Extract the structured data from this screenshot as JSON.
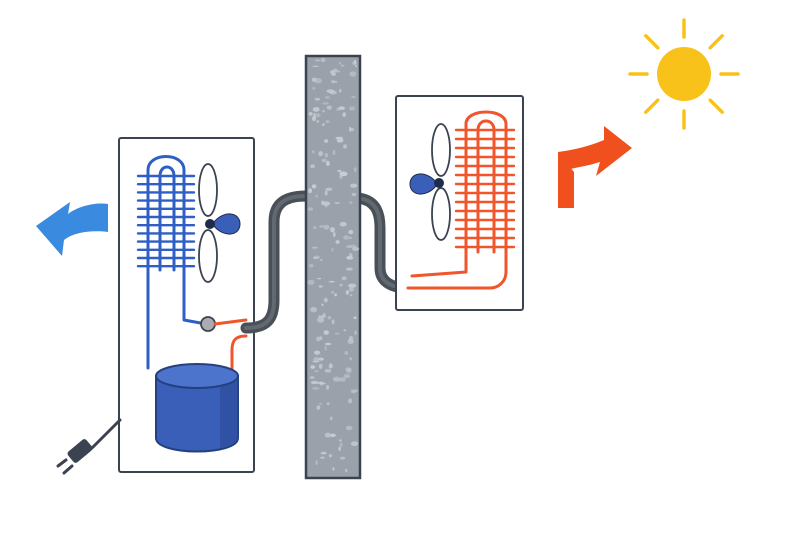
{
  "colors": {
    "background": "#ffffff",
    "outline": "#3b4350",
    "cold_coil": "#2f5fc4",
    "hot_coil": "#f0552b",
    "pipe": "#4a5058",
    "wall_fill": "#9aa1ab",
    "wall_speckle": "#c7ccd3",
    "tank": "#3a5fb8",
    "tank_top": "#4d74cc",
    "junction": "#a9adb3",
    "fan_hub": "#1e2b4a",
    "fan_blade": "#3a5fb8",
    "cool_arrow": "#3a8ae0",
    "warm_arrow": "#f0501e",
    "sun": "#f9c21a",
    "sun_ray": "#f9c21a",
    "plug": "#3b4350"
  },
  "icons": {
    "indoor_fan": "fan-icon",
    "outdoor_fan": "fan-icon",
    "cool_air_arrow": "curved-arrow-left-icon",
    "warm_air_arrow": "curved-arrow-right-icon",
    "sun": "sun-icon",
    "power_plug": "power-plug-icon"
  },
  "parts": [
    "indoor-unit",
    "evaporator-coil",
    "compressor-tank",
    "wall",
    "refrigerant-pipe",
    "outdoor-unit",
    "condenser-coil"
  ]
}
